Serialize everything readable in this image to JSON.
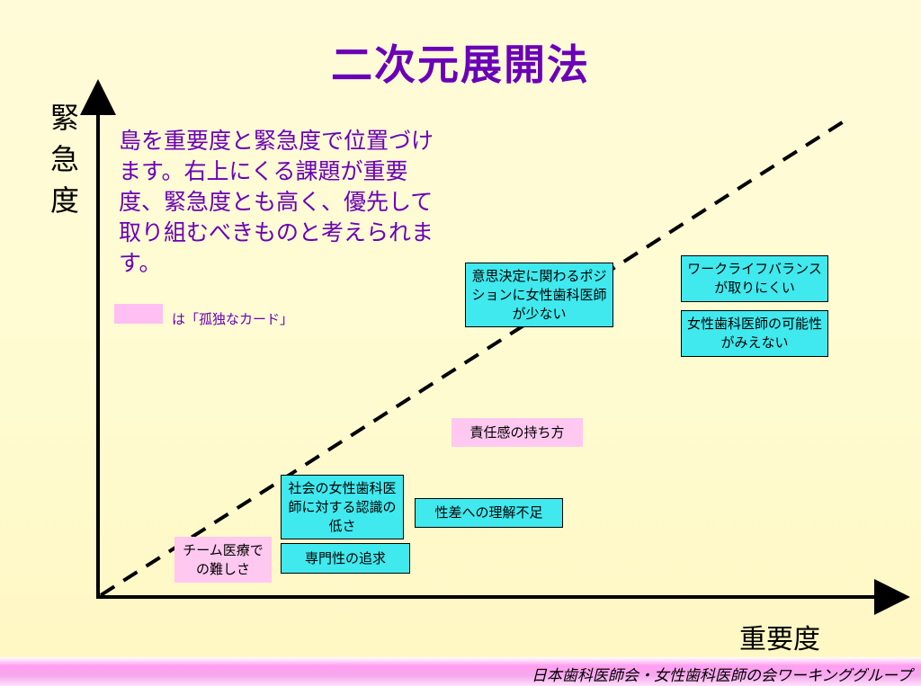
{
  "title": "二次元展開法",
  "axes": {
    "y_label": "緊急度",
    "x_label": "重要度"
  },
  "description": "島を重要度と緊急度で位置づけます。右上にくる課題が重要度、緊急度とも高く、優先して取り組むべきものと考えられます。",
  "legend": {
    "swatch_color": "#ffbff2",
    "text": "は「孤独なカード」"
  },
  "cards": [
    {
      "id": "decision",
      "text": "意思決定に関わるポジションに女性歯科医師が少ない",
      "style": "blue"
    },
    {
      "id": "worklife",
      "text": "ワークライフバランスが取りにくい",
      "style": "blue"
    },
    {
      "id": "possibility",
      "text": "女性歯科医師の可能性がみえない",
      "style": "blue"
    },
    {
      "id": "responsibility",
      "text": "責任感の持ち方",
      "style": "pink"
    },
    {
      "id": "society",
      "text": "社会の女性歯科医師に対する認識の低さ",
      "style": "blue"
    },
    {
      "id": "gender",
      "text": "性差への理解不足",
      "style": "blue"
    },
    {
      "id": "specialty",
      "text": "専門性の追求",
      "style": "blue"
    },
    {
      "id": "team",
      "text": "チーム医療での難しさ",
      "style": "pink"
    }
  ],
  "footer": "日本歯科医師会・女性歯科医師の会ワーキンググループ",
  "colors": {
    "title": "#6a00b8",
    "card_blue": "#3fe9ee",
    "card_pink": "#ffc8f0"
  }
}
